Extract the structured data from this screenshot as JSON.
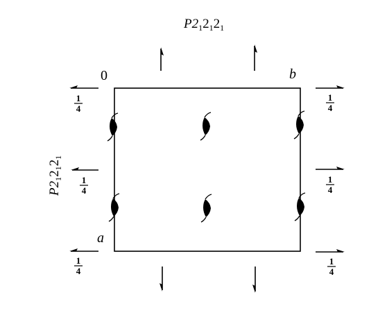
{
  "title_top": {
    "main": "P2",
    "sub1": "1",
    "mid1": "2",
    "sub2": "1",
    "mid2": "2",
    "sub3": "1"
  },
  "title_side": {
    "main": "P2",
    "sub1": "1",
    "mid1": "2",
    "sub2": "1",
    "mid2": "2",
    "sub3": "1"
  },
  "origin_label": "0",
  "axis_b_label": "b",
  "axis_a_label": "a",
  "fraction": {
    "numerator": "1",
    "denominator": "4"
  }
}
